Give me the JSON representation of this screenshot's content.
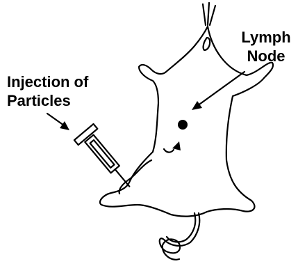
{
  "labels": {
    "lymph_node_line1": "Lymph",
    "lymph_node_line2": "Node",
    "injection_line1": "Injection of",
    "injection_line2": "Particles"
  }
}
